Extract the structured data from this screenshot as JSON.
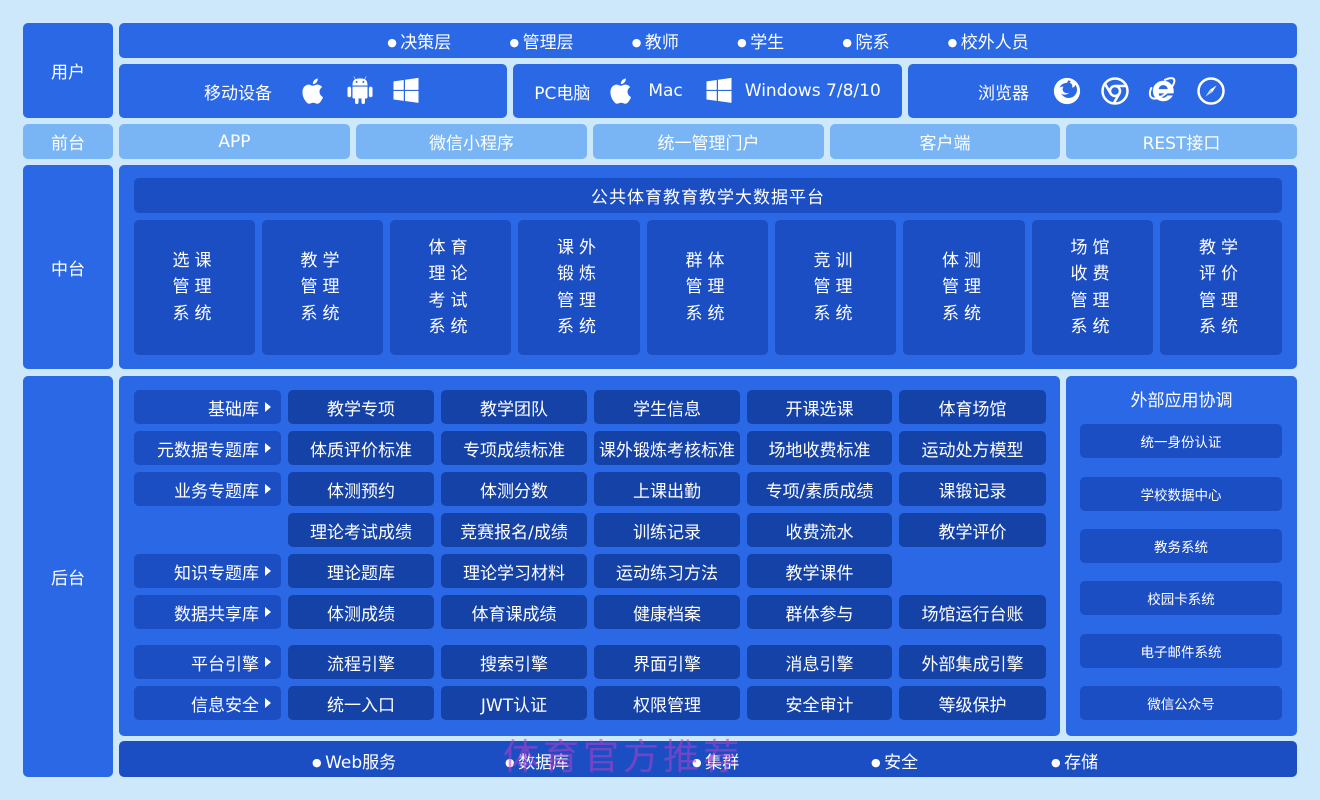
{
  "side_labels": {
    "user": "用户",
    "front": "前台",
    "middle": "中台",
    "back": "后台"
  },
  "user_roles": [
    "决策层",
    "管理层",
    "教师",
    "学生",
    "院系",
    "校外人员"
  ],
  "devices": {
    "mobile": {
      "label": "移动设备",
      "icons": [
        "apple-icon",
        "android-icon",
        "windows-icon"
      ]
    },
    "pc": {
      "label": "PC电脑",
      "mac": "Mac",
      "windows": "Windows 7/8/10",
      "icons": [
        "apple-icon",
        "windows-icon"
      ]
    },
    "browser": {
      "label": "浏览器",
      "icons": [
        "firefox-icon",
        "chrome-icon",
        "ie-icon",
        "safari-icon"
      ]
    }
  },
  "front_items": [
    "APP",
    "微信小程序",
    "统一管理门户",
    "客户端",
    "REST接口"
  ],
  "platform_title": "公共体育教育教学大数据平台",
  "systems": [
    "选课\n管理\n系统",
    "教学\n管理\n系统",
    "体育\n理论\n考试\n系统",
    "课外\n锻炼\n管理\n系统",
    "群体\n管理\n系统",
    "竞训\n管理\n系统",
    "体测\n管理\n系统",
    "场馆\n收费\n管理\n系统",
    "教学\n评价\n管理\n系统"
  ],
  "libraries": [
    {
      "label": "基础库",
      "items": [
        "教学专项",
        "教学团队",
        "学生信息",
        "开课选课",
        "体育场馆"
      ]
    },
    {
      "label": "元数据专题库",
      "items": [
        "体质评价标准",
        "专项成绩标准",
        "课外锻炼考核标准",
        "场地收费标准",
        "运动处方模型"
      ]
    },
    {
      "label": "业务专题库",
      "items": [
        "体测预约",
        "体测分数",
        "上课出勤",
        "专项/素质成绩",
        "课锻记录"
      ]
    },
    {
      "label": "",
      "items": [
        "理论考试成绩",
        "竞赛报名/成绩",
        "训练记录",
        "收费流水",
        "教学评价"
      ]
    },
    {
      "label": "知识专题库",
      "items": [
        "理论题库",
        "理论学习材料",
        "运动练习方法",
        "教学课件"
      ]
    },
    {
      "label": "数据共享库",
      "items": [
        "体测成绩",
        "体育课成绩",
        "健康档案",
        "群体参与",
        "场馆运行台账"
      ]
    },
    {
      "label": "平台引擎",
      "items": [
        "流程引擎",
        "搜索引擎",
        "界面引擎",
        "消息引擎",
        "外部集成引擎"
      ]
    },
    {
      "label": "信息安全",
      "items": [
        "统一入口",
        "JWT认证",
        "权限管理",
        "安全审计",
        "等级保护"
      ]
    }
  ],
  "external": {
    "title": "外部应用协调",
    "items": [
      "统一身份认证",
      "学校数据中心",
      "教务系统",
      "校园卡系统",
      "电子邮件系统",
      "微信公众号"
    ]
  },
  "footer_items": [
    "Web服务",
    "数据库",
    "集群",
    "安全",
    "存储"
  ],
  "watermark": "体育官方推荐",
  "colors": {
    "background": "#cde7fb",
    "panel_dark": "#1c4ec3",
    "panel_mid": "#2a68e6",
    "panel_light": "#79b4f5",
    "cell": "#1542a6"
  }
}
